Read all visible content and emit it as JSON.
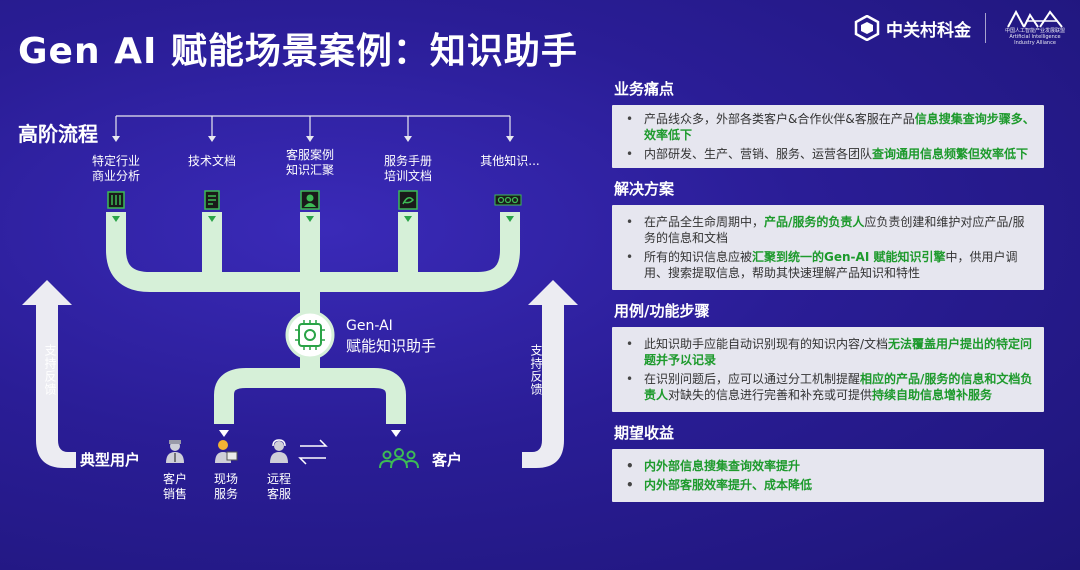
{
  "title": "Gen AI 赋能场景案例：知识助手",
  "logos": {
    "zgc": "中关村科金",
    "aia_sub1": "中国人工智能产业发展联盟",
    "aia_sub2": "Artificial Intelligence Industry Alliance"
  },
  "flow": {
    "heading": "高阶流程",
    "sources": [
      {
        "line1": "特定行业",
        "line2": "商业分析",
        "icon": "book-icon"
      },
      {
        "line1": "技术文档",
        "line2": "",
        "icon": "document-icon"
      },
      {
        "line1": "客服案例",
        "line2": "知识汇聚",
        "icon": "support-icon"
      },
      {
        "line1": "服务手册",
        "line2": "培训文档",
        "icon": "manual-icon"
      },
      {
        "line1": "其他知识...",
        "line2": "",
        "icon": "more-icon"
      }
    ],
    "hub_line1": "Gen-AI",
    "hub_line2": "赋能知识助手",
    "left_feedback": "支持反馈",
    "right_feedback": "支持反馈",
    "typical_users": "典型用户",
    "customers": "客户",
    "roles": [
      {
        "line1": "客户",
        "line2": "销售"
      },
      {
        "line1": "现场",
        "line2": "服务"
      },
      {
        "line1": "远程",
        "line2": "客服"
      }
    ]
  },
  "panel": {
    "pain_title": "业务痛点",
    "pain": [
      {
        "pre": "产品线众多，外部各类客户&合作伙伴&客服在产品",
        "hl": "信息搜集查询步骤多、效率低下",
        "post": ""
      },
      {
        "pre": "内部研发、生产、营销、服务、运营各团队",
        "hl": "查询通用信息频繁但效率低下",
        "post": ""
      }
    ],
    "solution_title": "解决方案",
    "solution": [
      {
        "pre": "在产品全生命周期中，",
        "hl": "产品/服务的负责人",
        "post": "应负责创建和维护对应产品/服务的信息和文档"
      },
      {
        "pre": "所有的知识信息应被",
        "hl": "汇聚到统一的Gen-AI 赋能知识引擎",
        "post": "中，供用户调用、搜索提取信息，帮助其快速理解产品知识和特性"
      }
    ],
    "usecase_title": "用例/功能步骤",
    "usecase": [
      {
        "pre": "此知识助手应能自动识别现有的知识内容/文档",
        "hl": "无法覆盖用户提出的特定问题并予以记录",
        "post": "",
        "hl2": "",
        "post2": ""
      },
      {
        "pre": "在识别问题后，应可以通过分工机制提醒",
        "hl": "相应的产品/服务的信息和文档负责人",
        "post": "对缺失的信息进行完善和补充或可提供",
        "hl2": "持续自助信息增补服务",
        "post2": ""
      }
    ],
    "benefit_title": "期望收益",
    "benefits": [
      "内外部信息搜集查询效率提升",
      "内外部客服效率提升、成本降低"
    ]
  }
}
